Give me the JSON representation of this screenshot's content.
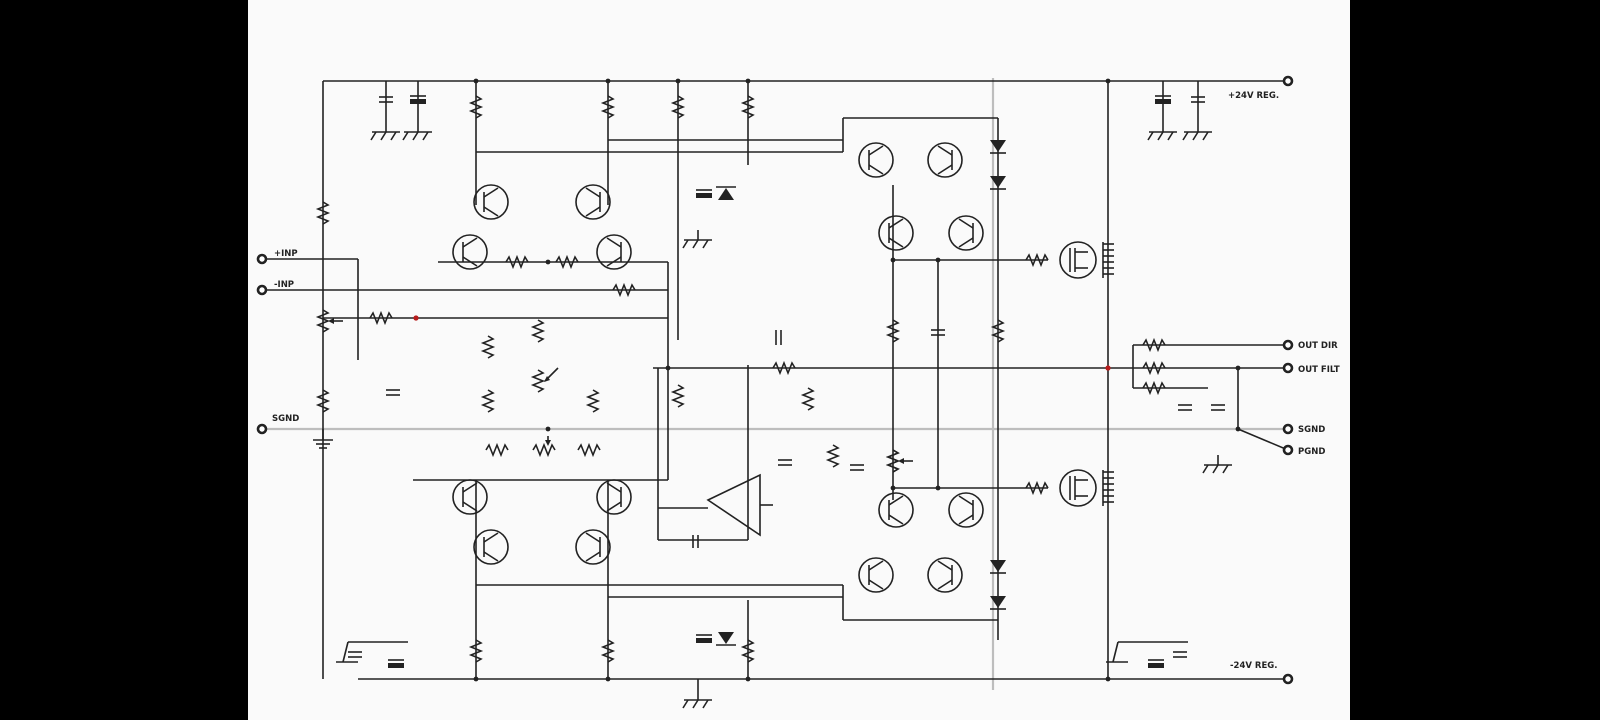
{
  "labels": {
    "inp_plus": "+INP",
    "inp_minus": "-INP",
    "sgnd_left": "SGND",
    "v_pos": "+24V REG.",
    "v_neg": "-24V REG.",
    "out_dir": "OUT DIR",
    "out_filt": "OUT FILT",
    "sgnd_right": "SGND",
    "pgnd": "PGND"
  }
}
